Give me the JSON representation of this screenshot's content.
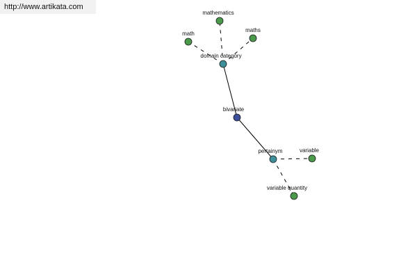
{
  "source_url": "http://www.artikata.com",
  "graph": {
    "colors": {
      "word_node": "#4b9a4b",
      "relation_node": "#3f8f9a",
      "center_node": "#3d4f9a",
      "edge": "#000000"
    },
    "nodes": [
      {
        "id": "bivariate",
        "label": "bivariate",
        "kind": "center"
      },
      {
        "id": "domain_category",
        "label": "domain category",
        "kind": "relation"
      },
      {
        "id": "pertainym",
        "label": "pertainym",
        "kind": "relation"
      },
      {
        "id": "mathematics",
        "label": "mathematics",
        "kind": "word"
      },
      {
        "id": "math",
        "label": "math",
        "kind": "word"
      },
      {
        "id": "maths",
        "label": "maths",
        "kind": "word"
      },
      {
        "id": "variable",
        "label": "variable",
        "kind": "word"
      },
      {
        "id": "variable_quantity",
        "label": "variable quantity",
        "kind": "word"
      }
    ],
    "edges": [
      {
        "from": "bivariate",
        "to": "domain_category",
        "style": "solid"
      },
      {
        "from": "bivariate",
        "to": "pertainym",
        "style": "solid"
      },
      {
        "from": "domain_category",
        "to": "mathematics",
        "style": "dashed"
      },
      {
        "from": "domain_category",
        "to": "math",
        "style": "dashed"
      },
      {
        "from": "domain_category",
        "to": "maths",
        "style": "dashed"
      },
      {
        "from": "pertainym",
        "to": "variable",
        "style": "dashed"
      },
      {
        "from": "pertainym",
        "to": "variable_quantity",
        "style": "dashed"
      }
    ]
  }
}
